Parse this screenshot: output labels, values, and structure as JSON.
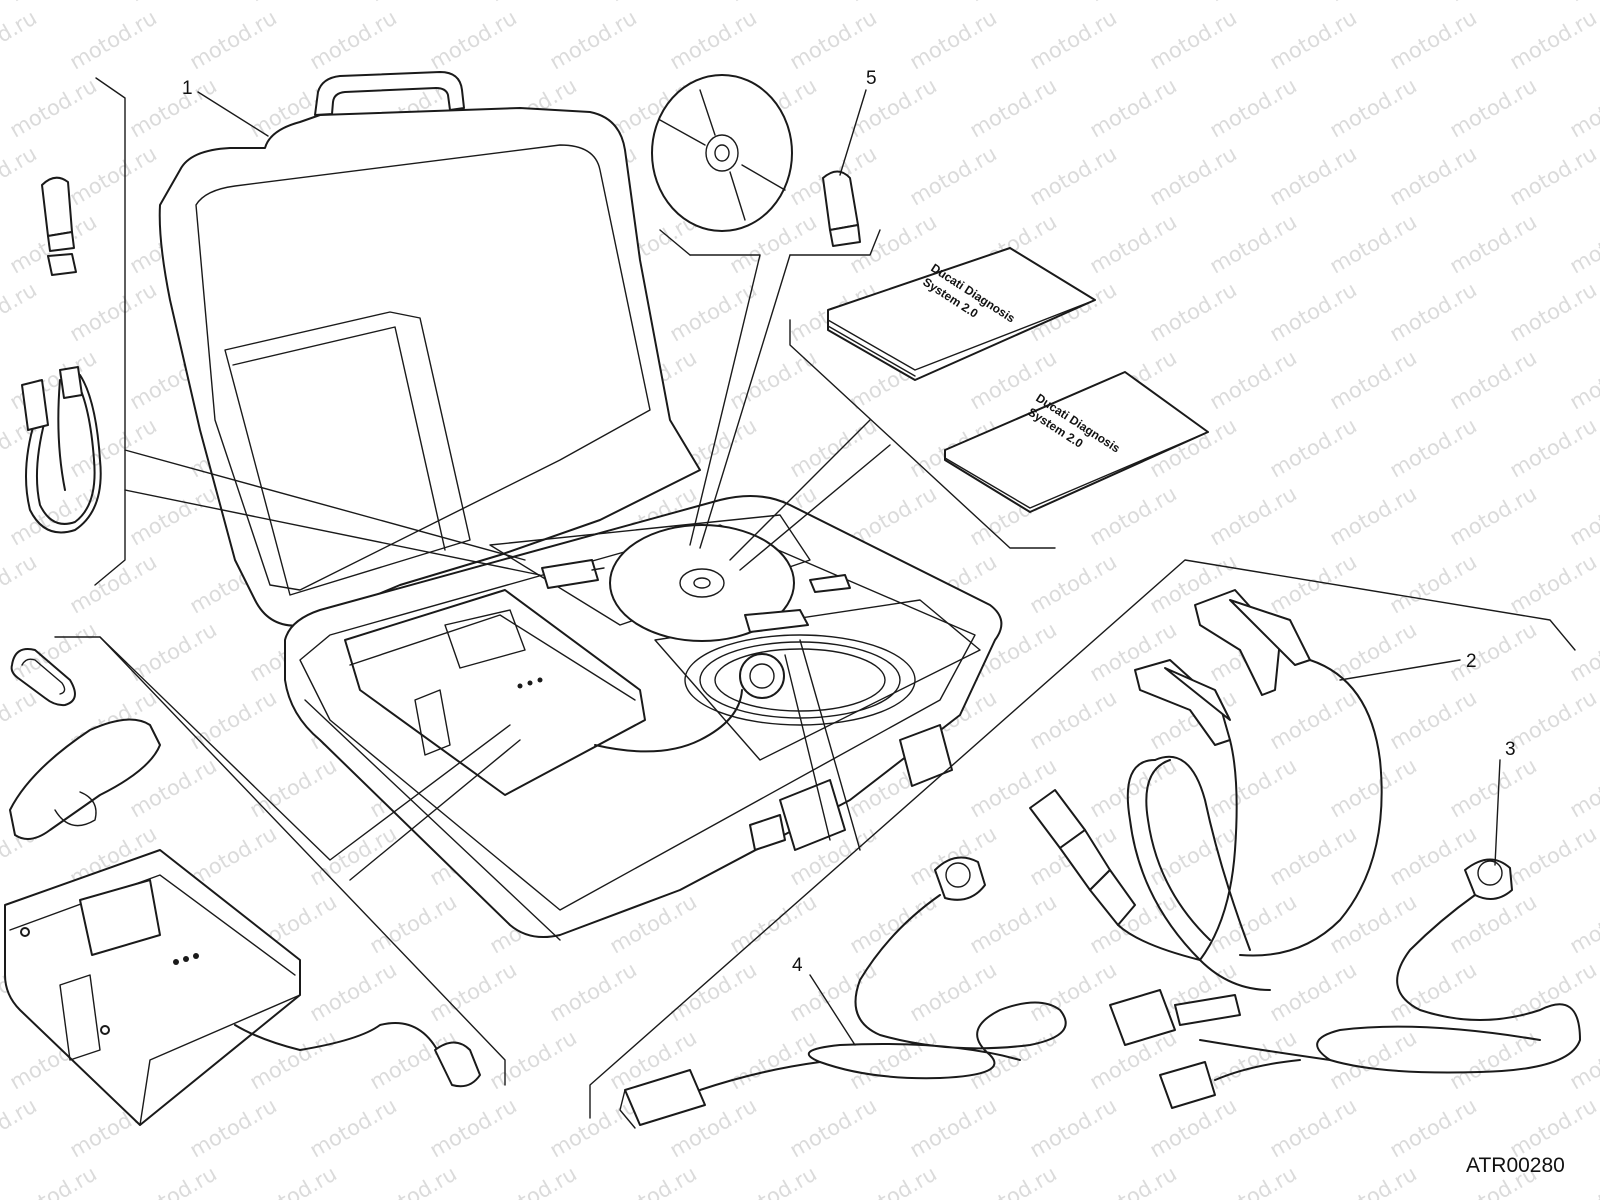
{
  "watermark": "motod.ru",
  "reference_code": "ATR00280",
  "callouts": {
    "c1": "1",
    "c2": "2",
    "c3": "3",
    "c4": "4",
    "c5": "5"
  },
  "manuals": {
    "manual1_line1": "Ducati Diagnosis",
    "manual1_line2": "System 2.0",
    "manual2_line1": "Ducati Diagnosis",
    "manual2_line2": "System 2.0"
  },
  "colors": {
    "ink": "#1a1a1a",
    "watermark": "#cfcfcf",
    "paper": "#ffffff"
  }
}
